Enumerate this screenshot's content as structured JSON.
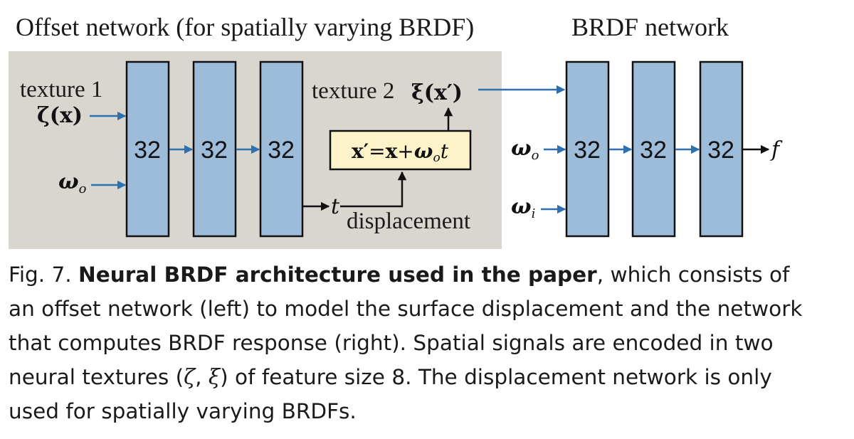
{
  "diagram": {
    "offset_title": "Offset network (for spatially varying BRDF)",
    "brdf_title": "BRDF network",
    "offset_network": {
      "inputs": {
        "texture1_label": "texture 1",
        "texture1_symbol": "ζ(x)",
        "omega_o": "ω",
        "omega_o_sub": "o"
      },
      "layers": [
        "32",
        "32",
        "32"
      ],
      "t_label": "t",
      "displacement_label": "displacement",
      "formula": "x′=x+ωₒt",
      "texture2_label": "texture 2",
      "texture2_symbol": "ξ(x′)"
    },
    "brdf_network": {
      "inputs": {
        "omega_o": "ω",
        "omega_o_sub": "o",
        "omega_i": "ω",
        "omega_i_sub": "i"
      },
      "layers": [
        "32",
        "32",
        "32"
      ],
      "output": "f"
    },
    "colors": {
      "panel_bg": "#d9d6d0",
      "layer_fill": "#9dbcd9",
      "arrow_blue": "#2e6fb0",
      "formula_bg": "#fcf3c8"
    }
  },
  "caption": {
    "fig_label": "Fig. 7.",
    "bold": "Neural BRDF architecture used in the paper",
    "line1_rest": ", which consists of",
    "line2": "an offset network (left) to model the surface displacement and the network",
    "line3": "that computes BRDF response (right). Spatial signals are encoded in two",
    "line4_a": "neural textures (",
    "line4_sym1": "ζ",
    "line4_sep": ", ",
    "line4_sym2": "ξ",
    "line4_b": ") of feature size 8. The displacement network is only",
    "line5": "used for spatially varying BRDFs."
  }
}
